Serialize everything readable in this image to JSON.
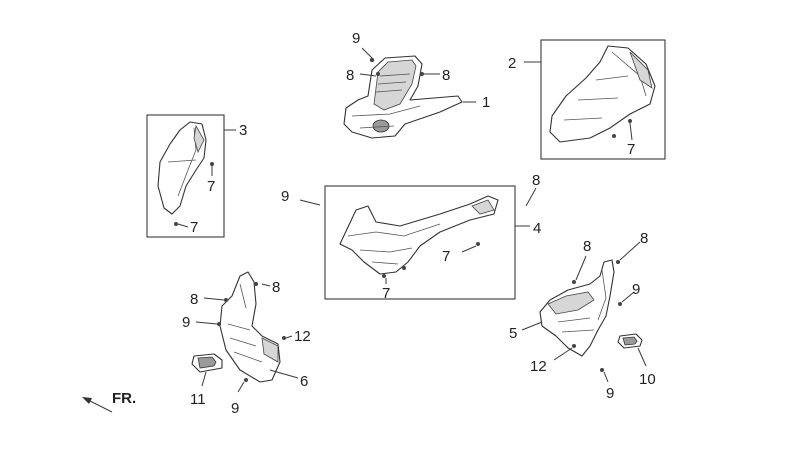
{
  "callouts": {
    "part1": "1",
    "part2": "2",
    "part3": "3",
    "part4": "4",
    "part5": "5",
    "part6": "6",
    "part10": "10",
    "part11": "11",
    "part12": "12",
    "screw7": "7",
    "screw8": "8",
    "screw9": "9"
  },
  "front_marker": "FR."
}
